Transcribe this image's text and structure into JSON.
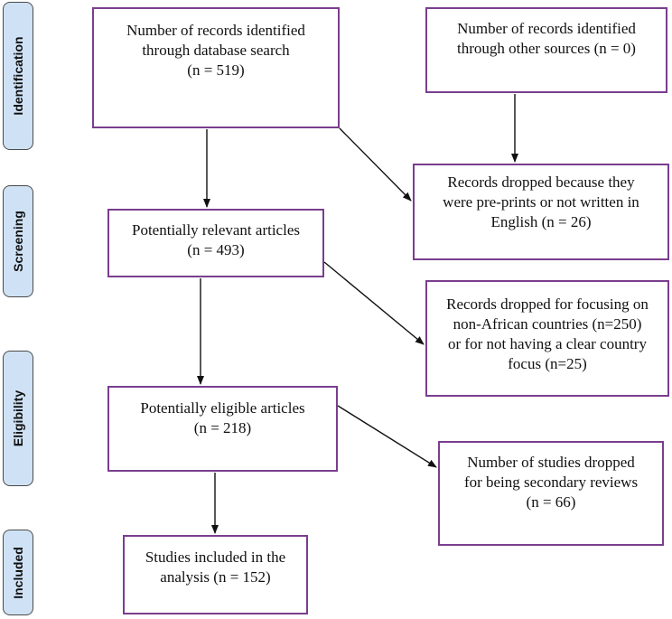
{
  "phases": [
    {
      "id": "identification",
      "label": "Identification"
    },
    {
      "id": "screening",
      "label": "Screening"
    },
    {
      "id": "eligibility",
      "label": "Eligibility"
    },
    {
      "id": "included",
      "label": "Included"
    }
  ],
  "boxes": {
    "database_search": {
      "lines": [
        "Number of records identified",
        "through database search",
        "(n = 519)"
      ]
    },
    "other_sources": {
      "lines": [
        "Number of records identified",
        "through other sources (n = 0)"
      ]
    },
    "dropped_preprints": {
      "lines": [
        "Records dropped because they",
        "were pre-prints or not written in",
        "English (n = 26)"
      ]
    },
    "potentially_relevant": {
      "lines": [
        "Potentially relevant articles",
        "(n = 493)"
      ]
    },
    "dropped_non_african": {
      "lines": [
        "Records dropped for focusing on",
        "non-African countries (n=250)",
        "or for not having a clear country",
        "focus (n=25)"
      ]
    },
    "potentially_eligible": {
      "lines": [
        "Potentially eligible articles",
        "(n = 218)"
      ]
    },
    "dropped_secondary": {
      "lines": [
        "Number of studies dropped",
        "for being secondary reviews",
        "(n = 66)"
      ]
    },
    "included_studies": {
      "lines": [
        "Studies included in the",
        "analysis (n = 152)"
      ]
    }
  },
  "colors": {
    "box_border": "#7a3e8e",
    "phase_fill": "#cfe2f5",
    "phase_border": "#4a4a4a",
    "arrow": "#111111"
  }
}
